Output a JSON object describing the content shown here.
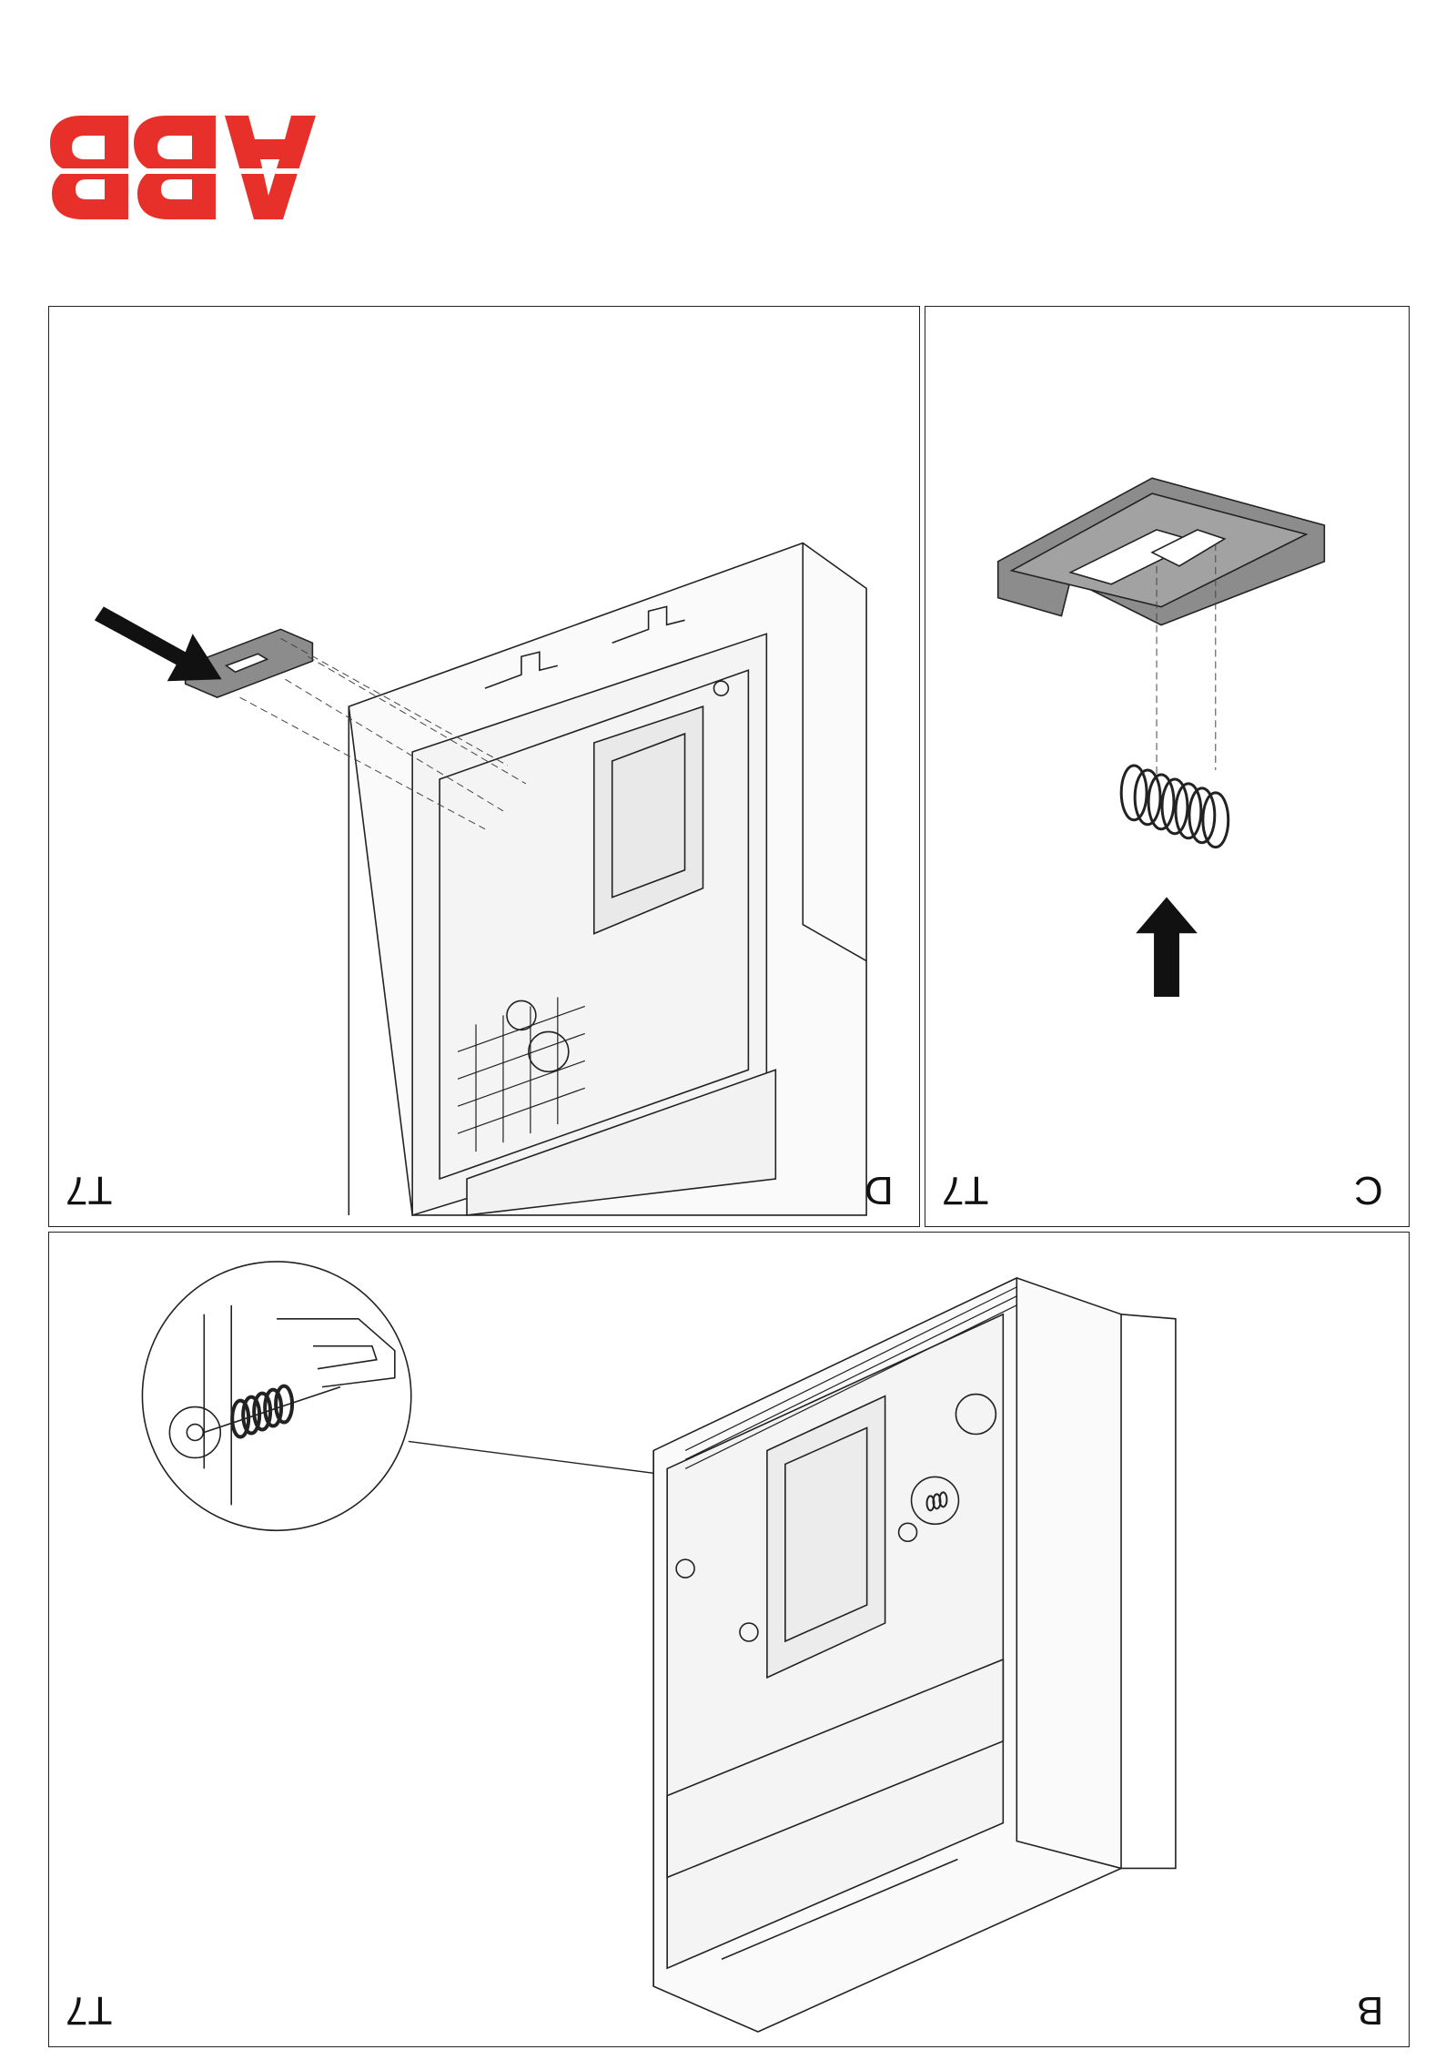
{
  "brand": {
    "logo_text": "ABB",
    "logo_color": "#e8302a"
  },
  "panels": {
    "d": {
      "step": "D",
      "model": "T7"
    },
    "c": {
      "step": "C",
      "model": "T7"
    },
    "b": {
      "step": "B",
      "model": "T7"
    }
  }
}
